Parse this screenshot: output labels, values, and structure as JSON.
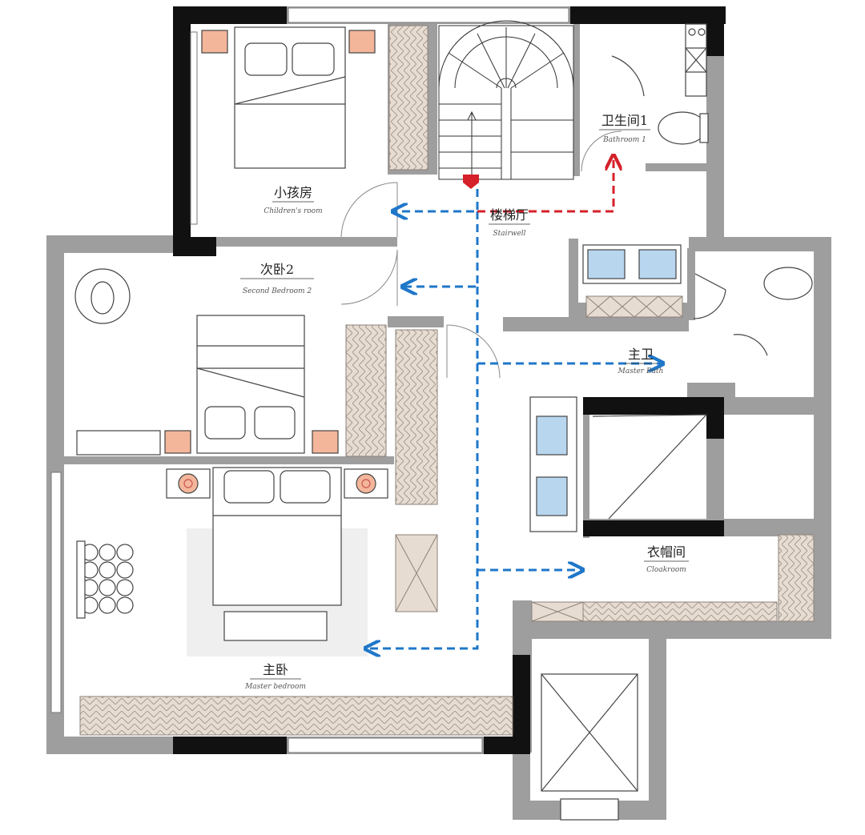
{
  "rooms": {
    "children_room": {
      "name_cn": "小孩房",
      "name_en": "Children's room"
    },
    "stairwell": {
      "name_cn": "楼梯厅",
      "name_en": "Stairwell"
    },
    "bathroom1": {
      "name_cn": "卫生间1",
      "name_en": "Bathroom 1"
    },
    "second_bedroom": {
      "name_cn": "次卧2",
      "name_en": "Second Bedroom 2"
    },
    "master_bath": {
      "name_cn": "主卫",
      "name_en": "Master Bath"
    },
    "cloakroom": {
      "name_cn": "衣帽间",
      "name_en": "Cloakroom"
    },
    "master_bedroom": {
      "name_cn": "主卧",
      "name_en": "Master bedroom"
    }
  },
  "colors": {
    "wall": "#9e9e9e",
    "wall_solid": "#111111",
    "wardrobe": "#e7dcd1",
    "route_blue": "#1f77c9",
    "route_red": "#d6202a",
    "sink": "#b9d6ef",
    "lamp": "#f3b69a",
    "rug": "#efefef"
  }
}
